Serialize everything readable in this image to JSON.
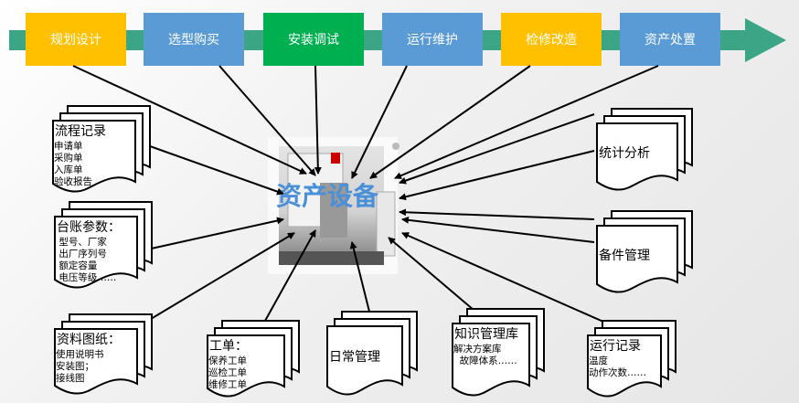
{
  "stages": [
    {
      "label": "规划设计",
      "color": "#FFC000"
    },
    {
      "label": "选型购买",
      "color": "#5B9BD5"
    },
    {
      "label": "安装调试",
      "color": "#00B050"
    },
    {
      "label": "运行维护",
      "color": "#5B9BD5"
    },
    {
      "label": "检修改造",
      "color": "#FFC000"
    },
    {
      "label": "资产处置",
      "color": "#5B9BD5"
    }
  ],
  "timeline_color": "#3BA585",
  "center": {
    "label": "资产设备",
    "color": "#4A90D9"
  },
  "documents": [
    {
      "title": "流程记录",
      "lines": [
        "申请单",
        "采购单",
        "入库单",
        "验收报告"
      ]
    },
    {
      "title": "台账参数：",
      "lines": [
        " 型号、厂家",
        " 出厂序列号",
        " 额定容量",
        " 电压等级……"
      ]
    },
    {
      "title": "资料图纸：",
      "lines": [
        "使用说明书",
        "安装图；",
        "接线图"
      ]
    },
    {
      "title": "工单：",
      "lines": [
        "保养工单",
        "巡检工单",
        "维修工单"
      ]
    },
    {
      "title": "日常管理",
      "lines": []
    },
    {
      "title": "知识管理库",
      "lines": [
        "解决方案库",
        "  故障体系……"
      ]
    },
    {
      "title": "运行记录",
      "lines": [
        "温度",
        "动作次数……"
      ]
    },
    {
      "title": "统计分析",
      "lines": []
    },
    {
      "title": "备件管理",
      "lines": []
    }
  ]
}
